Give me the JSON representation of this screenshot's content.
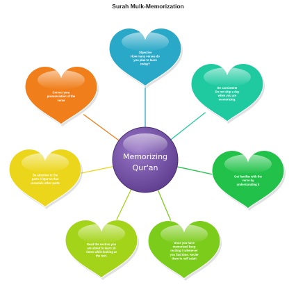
{
  "title": "Surah Mulk-Memorization",
  "hub": {
    "lines": [
      "Memorizing",
      "Qur'an"
    ]
  },
  "hearts": [
    {
      "id": "objective",
      "color": "#2aa8c8",
      "lines": [
        "Objective",
        "How many verses do",
        "you plan to learn",
        "today?"
      ]
    },
    {
      "id": "consistent",
      "color": "#1fcaa0",
      "lines": [
        "Be consistent!",
        "Do not skip a day",
        "when you are",
        "memorizing."
      ]
    },
    {
      "id": "familiar",
      "color": "#22c24a",
      "lines": [
        "Get familiar with the",
        "verse by",
        "understanding it"
      ]
    },
    {
      "id": "recite",
      "color": "#7ccc1c",
      "lines": [
        "Once you have",
        "memorized keep",
        "reciting it whenever",
        "you find time. Recite",
        "them in nafl salah"
      ]
    },
    {
      "id": "read",
      "color": "#a4d41a",
      "lines": [
        "Read the section you",
        "are about to learn 10",
        "times while looking at",
        "the text."
      ]
    },
    {
      "id": "attentive",
      "color": "#ecd61c",
      "lines": [
        "Be attentive to the",
        "parts of Qur'an that",
        "resemble other parts"
      ]
    },
    {
      "id": "pronunciation",
      "color": "#f07e1a",
      "lines": [
        "Correct your",
        "pronunciation of the",
        "verse"
      ]
    }
  ]
}
